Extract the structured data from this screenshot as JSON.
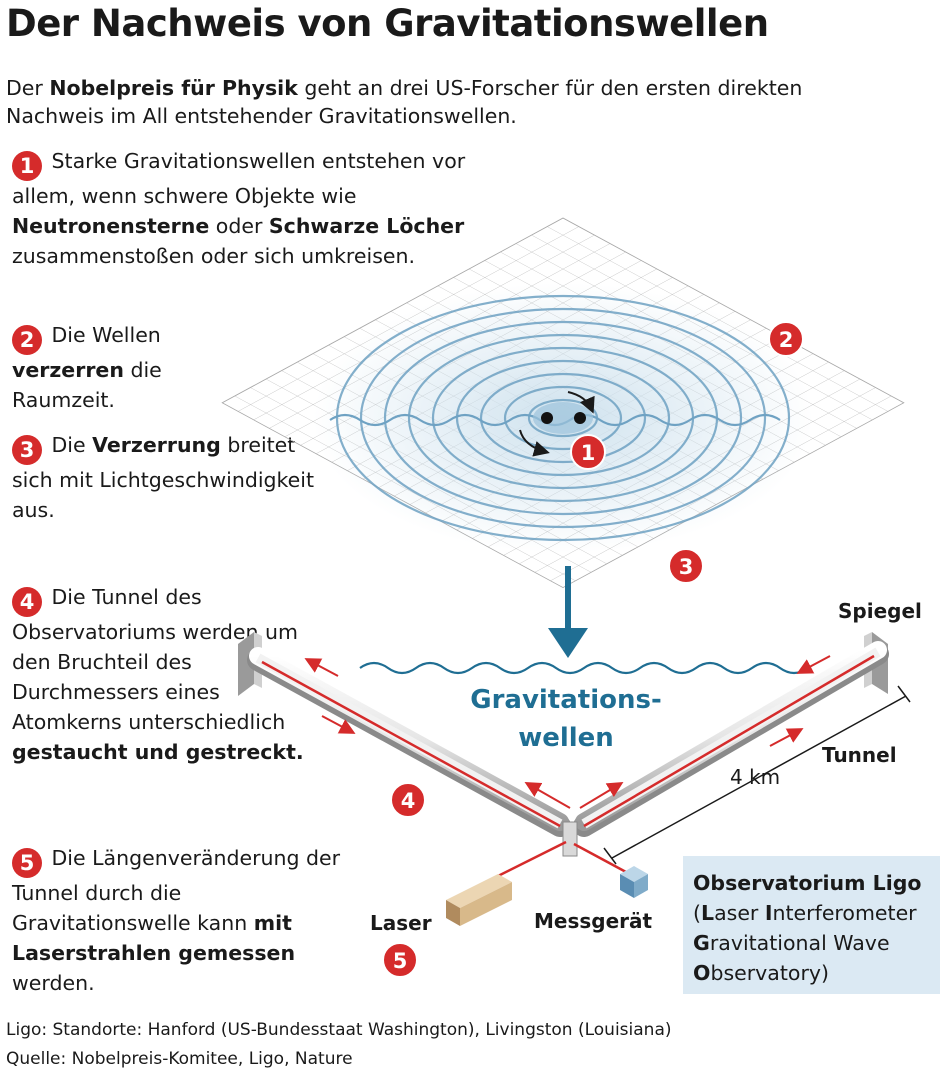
{
  "title": "Der Nachweis von Gravitationswellen",
  "intro": {
    "pre": "Der ",
    "bold": "Nobelpreis für Physik",
    "post": " geht an drei US-Forscher für den ersten direkten Nachweis im All entstehender Gravitationswellen."
  },
  "steps": [
    {
      "num": "1",
      "t1": " Starke Gravitationswellen entstehen vor allem, wenn schwere Objekte wie ",
      "b1": "Neutronensterne",
      "t2": " oder ",
      "b2": "Schwarze Löcher",
      "t3": " zusammenstoßen oder sich umkreisen."
    },
    {
      "num": "2",
      "t1": " Die Wellen ",
      "b1": "verzerren",
      "t2": " die Raumzeit."
    },
    {
      "num": "3",
      "t1": " Die ",
      "b1": "Verzerrung",
      "t2": " breitet sich mit Lichtgeschwindigkeit aus."
    },
    {
      "num": "4",
      "t1": " Die Tunnel des Observatoriums werden um den Bruchteil des Durchmessers eines Atomkerns unterschiedlich ",
      "b1": "gestaucht und gestreckt."
    },
    {
      "num": "5",
      "t1": " Die Längenveränderung der Tunnel durch die Gravitationswelle kann ",
      "b1": "mit Laserstrahlen gemessen",
      "t2": " werden."
    }
  ],
  "diagram": {
    "wave_label_1": "Gravitations-",
    "wave_label_2": "wellen",
    "spiegel": "Spiegel",
    "tunnel": "Tunnel",
    "distance": "4 km",
    "laser": "Laser",
    "messgeraet": "Messgerät",
    "markers": [
      "1",
      "2",
      "3",
      "4",
      "5"
    ]
  },
  "ligo": {
    "title": "Observatorium Ligo",
    "l1_pre": "(",
    "L": "L",
    "l1_a": "aser ",
    "I": "I",
    "l1_b": "nterferometer",
    "G": "G",
    "l2": "ravitational Wave",
    "O": "O",
    "l3": "bservatory)"
  },
  "footer": {
    "line1": "Ligo: Standorte: Hanford (US-Bundesstaat Washington), Livingston (Louisiana)",
    "line2": "Quelle: Nobelpreis-Komitee, Ligo, Nature"
  },
  "colors": {
    "accent_red": "#d52b2b",
    "wave_blue": "#1f6e93",
    "box_blue": "#dbe9f3"
  }
}
